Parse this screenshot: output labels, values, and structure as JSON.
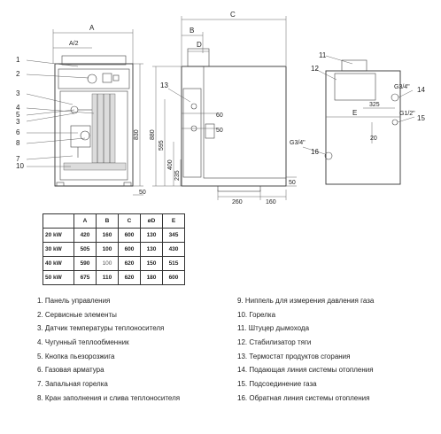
{
  "callouts_front": [
    "1",
    "2",
    "3",
    "4",
    "5",
    "3",
    "6",
    "8",
    "7",
    "10"
  ],
  "callouts_back": [
    "11",
    "12",
    "13"
  ],
  "callouts_right": [
    "14",
    "15",
    "16"
  ],
  "dims": {
    "A": "A",
    "A2": "A/2",
    "B": "B",
    "C": "C",
    "D": "D",
    "E": "E",
    "h830": "830",
    "h880": "880",
    "h595": "595",
    "h400": "400",
    "h235": "235",
    "d60": "60",
    "d50": "50",
    "d50b": "50",
    "d260": "260",
    "d160": "160",
    "d325": "325",
    "d20": "20",
    "g34a": "G3/4\"",
    "g34b": "G1/2\"",
    "g34c": "G3/4\""
  },
  "table": {
    "headers": [
      "",
      "A",
      "B",
      "C",
      "øD",
      "E"
    ],
    "rows": [
      {
        "label": "20 kW",
        "cells": [
          "420",
          "160",
          "600",
          "130",
          "345"
        ]
      },
      {
        "label": "30 kW",
        "cells": [
          "505",
          "100",
          "600",
          "130",
          "430"
        ]
      },
      {
        "label": "40 kW",
        "cells": [
          "590",
          "100",
          "620",
          "150",
          "515"
        ]
      },
      {
        "label": "50 kW",
        "cells": [
          "675",
          "110",
          "620",
          "180",
          "600"
        ]
      }
    ]
  },
  "legend_left": [
    "1. Панель управления",
    "2. Сервисные элементы",
    "3. Датчик температуры теплоносителя",
    "4. Чугунный теплообменник",
    "5. Кнопка пьезорозжига",
    "6. Газовая арматура",
    "7. Запальная горелка",
    "8. Кран заполнения и слива теплоносителя"
  ],
  "legend_right": [
    "9. Ниппель для измерения давления газа",
    "10. Горелка",
    "11. Штуцер дымохода",
    "12. Стабилизатор тяги",
    "13. Термостат продуктов сгорания",
    "14. Подающая линия системы отопления",
    "15. Подсоединение газа",
    "16. Обратная линия системы отопления"
  ]
}
